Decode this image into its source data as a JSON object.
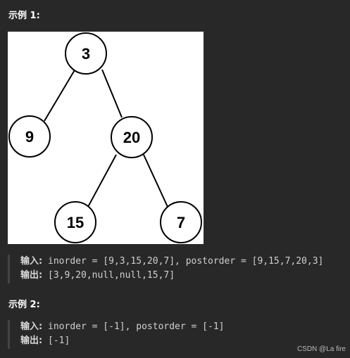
{
  "example1": {
    "title": "示例 1:",
    "input_label": "输入:",
    "input_value": "inorder = [9,3,15,20,7], postorder = [9,15,7,20,3]",
    "output_label": "输出:",
    "output_value": "[3,9,20,null,null,15,7]"
  },
  "example2": {
    "title": "示例 2:",
    "input_label": "输入:",
    "input_value": "inorder = [-1], postorder = [-1]",
    "output_label": "输出:",
    "output_value": "[-1]"
  },
  "tree": {
    "nodes": [
      "3",
      "9",
      "20",
      "15",
      "7"
    ]
  },
  "watermark": "CSDN @La fire",
  "colors": {
    "background": "#282828",
    "tree_background": "#ffffff",
    "node_stroke": "#000000"
  }
}
